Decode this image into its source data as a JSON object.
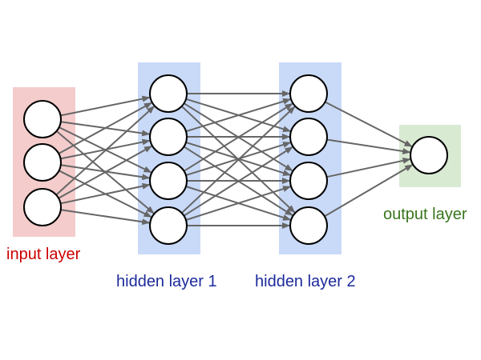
{
  "colors": {
    "input_band": "#f4cccc",
    "hidden_band": "#c9daf8",
    "output_band": "#d9ead3",
    "input_text": "#cc0000",
    "hidden_text": "#1c2a9c",
    "output_text": "#38761d",
    "edge": "#666666",
    "node_fill": "#ffffff",
    "node_stroke": "#000000"
  },
  "layers": [
    {
      "id": "input",
      "label": "input layer",
      "nodes": 3
    },
    {
      "id": "hidden1",
      "label": "hidden layer 1",
      "nodes": 4
    },
    {
      "id": "hidden2",
      "label": "hidden layer 2",
      "nodes": 4
    },
    {
      "id": "output",
      "label": "output layer",
      "nodes": 1
    }
  ]
}
